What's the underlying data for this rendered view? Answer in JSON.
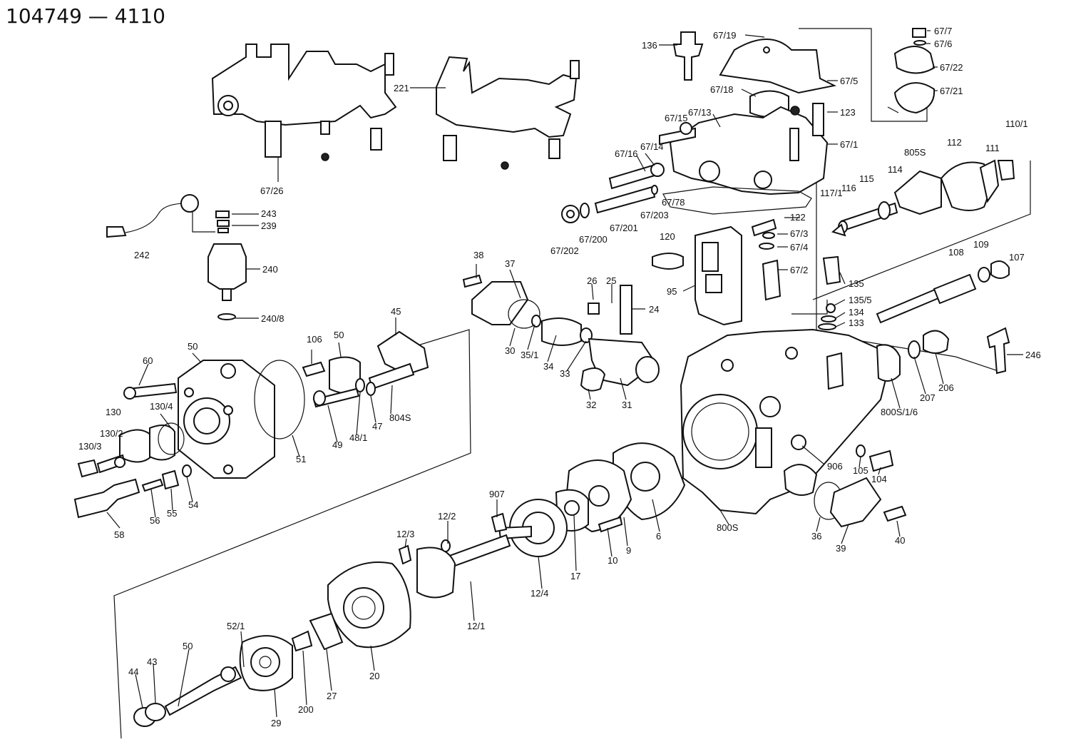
{
  "header": {
    "title": "104749 — 4110"
  },
  "colors": {
    "ink": "#111111",
    "paper": "#ffffff"
  },
  "labels": {
    "p136": "136",
    "p67_19": "67/19",
    "p67_7": "67/7",
    "p67_6": "67/6",
    "p67_22": "67/22",
    "p67_21": "67/21",
    "p67_5": "67/5",
    "p67_18": "67/18",
    "p123": "123",
    "p67_13": "67/13",
    "p67_15": "67/15",
    "p67_1": "67/1",
    "p67_14": "67/14",
    "p67_16": "67/16",
    "p112": "112",
    "p111": "111",
    "p110_1": "110/1",
    "p805s": "805S",
    "p114": "114",
    "p115": "115",
    "p116": "116",
    "p117_1": "117/1",
    "p67_78": "67/78",
    "p67_203": "67/203",
    "p67_201": "67/201",
    "p67_200": "67/200",
    "p67_202": "67/202",
    "p122": "122",
    "p67_3": "67/3",
    "p67_4": "67/4",
    "p67_2": "67/2",
    "p120": "120",
    "p95": "95",
    "p135": "135",
    "p135_5": "135/5",
    "p134": "134",
    "p133": "133",
    "p108": "108",
    "p109": "109",
    "p107": "107",
    "p221": "221",
    "p67_26": "67/26",
    "p243": "243",
    "p239": "239",
    "p242": "242",
    "p240": "240",
    "p240_8": "240/8",
    "p38": "38",
    "p37": "37",
    "p26": "26",
    "p25": "25",
    "p24": "24",
    "p30": "30",
    "p35_1": "35/1",
    "p34": "34",
    "p33": "33",
    "p32": "32",
    "p31": "31",
    "p45": "45",
    "p106": "106",
    "p50a": "50",
    "p50b": "50",
    "p60": "60",
    "p130": "130",
    "p130_4": "130/4",
    "p130_2": "130/2",
    "p130_3": "130/3",
    "p51": "51",
    "p49": "49",
    "p48_1": "48/1",
    "p47": "47",
    "p804s": "804S",
    "p58": "58",
    "p56": "56",
    "p55": "55",
    "p54": "54",
    "p246": "246",
    "p207": "207",
    "p206": "206",
    "p800s_1_6": "800S/1/6",
    "p906": "906",
    "p105": "105",
    "p104": "104",
    "p800s": "800S",
    "p36": "36",
    "p39": "39",
    "p40": "40",
    "p907": "907",
    "p12_2": "12/2",
    "p12_3": "12/3",
    "p12_4": "12/4",
    "p12_1": "12/1",
    "p17": "17",
    "p10": "10",
    "p9": "9",
    "p6": "6",
    "p20": "20",
    "p27": "27",
    "p200": "200",
    "p29": "29",
    "p52_1": "52/1",
    "p50c": "50",
    "p43": "43",
    "p44": "44"
  }
}
